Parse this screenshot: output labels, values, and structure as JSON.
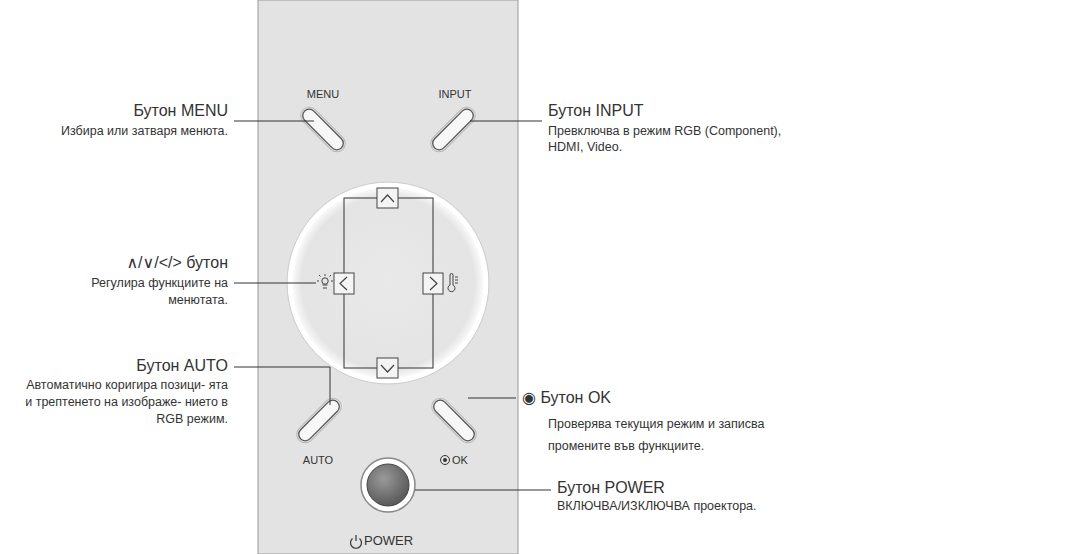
{
  "diagram": {
    "labels": [
      "MENU",
      "INPUT",
      "AUTO",
      "OK",
      "POWER",
      "Бутон MENU",
      "Избира или затваря менюта.",
      "∧/∨/</> бутон",
      "Регулира функциите на менютата.",
      "Бутон AUTO",
      "Автоматично коригира позици- ята и трептенето на изображе- нието в RGB режим.",
      "Бутон INPUT",
      "Превключва в режим RGB (Component), HDMI, Video.",
      "◉ Бутон OK",
      "Проверява текущия режим и записва промените във функциите.",
      "Бутон POWER",
      "ВКЛЮЧВА/ИЗКЛЮЧВА проектора."
    ]
  }
}
